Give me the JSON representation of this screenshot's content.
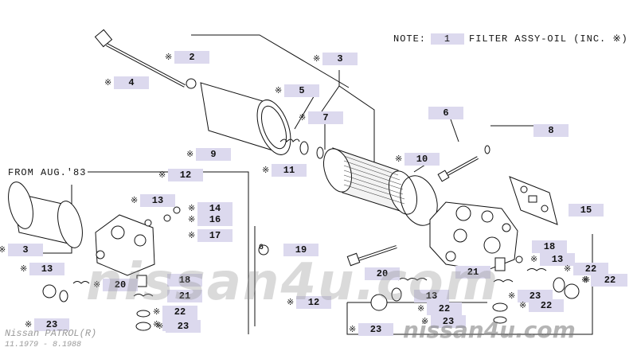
{
  "note": {
    "prefix": "NOTE:",
    "number": "1",
    "text": "FILTER ASSY-OIL (INC. ※)"
  },
  "inset_title": "FROM AUG.'83",
  "model": {
    "name": "Nissan PATROL(R)",
    "range": "11.1979 - 8.1988"
  },
  "watermark": {
    "main": "nissan4u.com",
    "corner": "nissan4u.com"
  },
  "callout_b": "6",
  "labels": [
    {
      "id": "2",
      "star": true
    },
    {
      "id": "3",
      "star": true
    },
    {
      "id": "4",
      "star": true
    },
    {
      "id": "5",
      "star": true
    },
    {
      "id": "7",
      "star": true
    },
    {
      "id": "6",
      "star": false
    },
    {
      "id": "8",
      "star": false
    },
    {
      "id": "9",
      "star": true
    },
    {
      "id": "10",
      "star": true
    },
    {
      "id": "11",
      "star": true
    },
    {
      "id": "12",
      "star": true
    },
    {
      "id": "13",
      "star": true
    },
    {
      "id": "14",
      "star": true
    },
    {
      "id": "16",
      "star": true
    },
    {
      "id": "17",
      "star": true
    },
    {
      "id": "15",
      "star": false
    },
    {
      "id": "3",
      "star": true
    },
    {
      "id": "13",
      "star": true
    },
    {
      "id": "19",
      "star": false
    },
    {
      "id": "20",
      "star": false
    },
    {
      "id": "21",
      "star": false
    },
    {
      "id": "18",
      "star": false
    },
    {
      "id": "13",
      "star": true
    },
    {
      "id": "20",
      "star": true
    },
    {
      "id": "22",
      "star": true
    },
    {
      "id": "20",
      "star": true
    },
    {
      "id": "18",
      "star": false
    },
    {
      "id": "21",
      "star": false
    },
    {
      "id": "22",
      "star": true
    },
    {
      "id": "22",
      "star": true
    },
    {
      "id": "23",
      "star": true
    },
    {
      "id": "23",
      "star": true
    },
    {
      "id": "12",
      "star": true
    },
    {
      "id": "13",
      "star": false
    },
    {
      "id": "22",
      "star": true
    },
    {
      "id": "23",
      "star": true
    },
    {
      "id": "22",
      "star": true
    },
    {
      "id": "23",
      "star": true
    },
    {
      "id": "23",
      "star": true
    },
    {
      "id": "22",
      "star": true
    }
  ]
}
